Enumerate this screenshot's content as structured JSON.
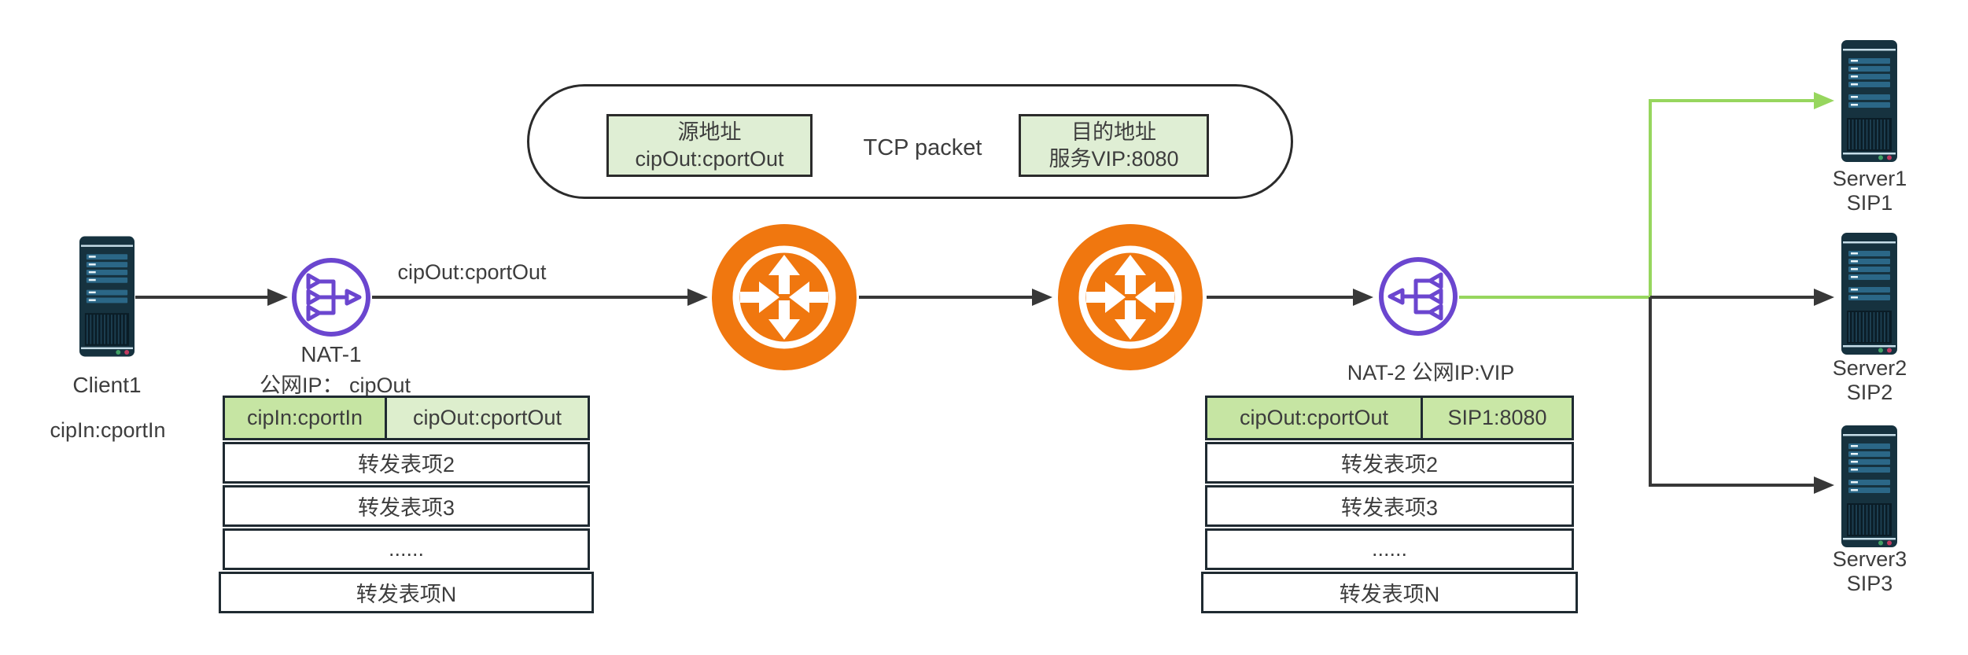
{
  "diagram": {
    "packet": {
      "label": "TCP packet",
      "source_box": {
        "title": "源地址",
        "value": "cipOut:cportOut"
      },
      "dest_box": {
        "title": "目的地址",
        "value": "服务VIP:8080"
      }
    },
    "client": {
      "name": "Client1",
      "address": "cipIn:cportIn"
    },
    "nat1": {
      "name": "NAT-1",
      "public_ip": "公网IP： cipOut",
      "out_arrow_label": "cipOut:cportOut"
    },
    "nat2": {
      "label": "NAT-2 公网IP:VIP"
    },
    "servers": [
      {
        "name": "Server1",
        "sip": "SIP1"
      },
      {
        "name": "Server2",
        "sip": "SIP2"
      },
      {
        "name": "Server3",
        "sip": "SIP3"
      }
    ],
    "nat1_table": {
      "headers": [
        "cipIn:cportIn",
        "cipOut:cportOut"
      ],
      "rows": [
        "转发表项2",
        "转发表项3",
        "......",
        "转发表项N"
      ]
    },
    "nat2_table": {
      "headers": [
        "cipOut:cportOut",
        "SIP1:8080"
      ],
      "rows": [
        "转发表项2",
        "转发表项3",
        "......",
        "转发表项N"
      ]
    },
    "colors": {
      "nat_purple": "#6b46cf",
      "router_orange": "#f0770f",
      "flow_green": "#97d65e",
      "table_header_green": "#c6e5a3",
      "table_header_green_light": "#ddeecd",
      "packet_box_green": "#dfeed4",
      "arrow_dark": "#383838"
    }
  }
}
